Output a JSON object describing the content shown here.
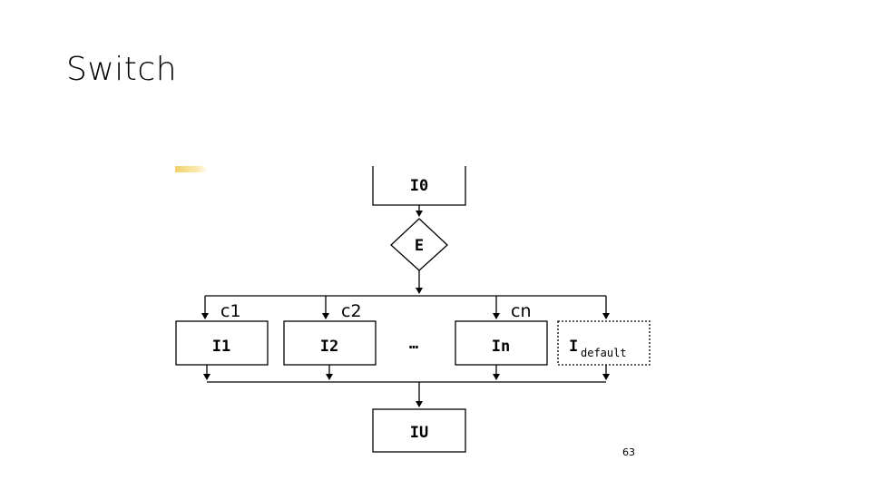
{
  "slide": {
    "title": "Switch",
    "page_number": "63"
  },
  "diagram": {
    "start_block": "I0",
    "condition": "E",
    "cases": [
      {
        "label": "c1",
        "block": "I1"
      },
      {
        "label": "c2",
        "block": "I2"
      },
      {
        "label": "cn",
        "block": "In"
      }
    ],
    "ellipsis": "…",
    "default_block": {
      "main": "I",
      "subscript": "default"
    },
    "end_block": "IU"
  }
}
